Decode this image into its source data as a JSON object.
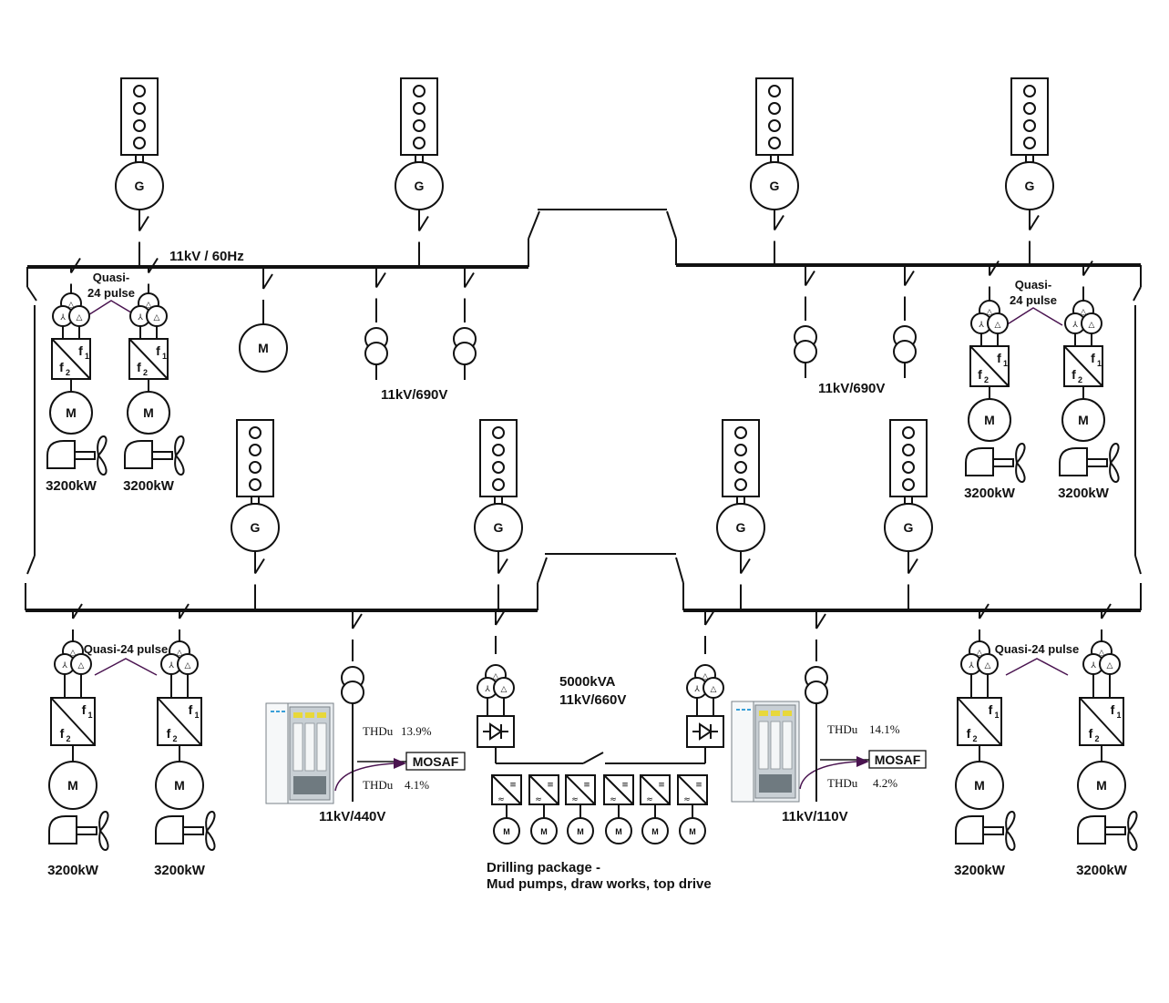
{
  "labels": {
    "bus_top": "11kV / 60Hz",
    "transformer_left": "11kV/690V",
    "transformer_right": "11kV/690V",
    "quasi_top_left_1": "Quasi-",
    "quasi_top_left_2": "24 pulse",
    "quasi_top_right_1": "Quasi-",
    "quasi_top_right_2": "24 pulse",
    "quasi_bottom_left": "Quasi-24 pulse",
    "quasi_bottom_right": "Quasi-24 pulse",
    "center_rating_1": "5000kVA",
    "center_rating_2": "11kV/660V",
    "drilling_1": "Drilling package -",
    "drilling_2": "Mud pumps, draw works, top drive",
    "feeder_left": "11kV/440V",
    "feeder_right": "11kV/110V",
    "mosaf": "MOSAF",
    "thdu": "THDu"
  },
  "thd_values": {
    "left_before": "13.9%",
    "left_after": "4.1%",
    "right_before": "14.1%",
    "right_after": "4.2%"
  },
  "ratings": {
    "thruster_kw": "3200kW"
  },
  "symbols": {
    "generator": "G",
    "motor": "M",
    "f1": "f",
    "f2": "f",
    "sub1": "1",
    "sub2": "2"
  }
}
